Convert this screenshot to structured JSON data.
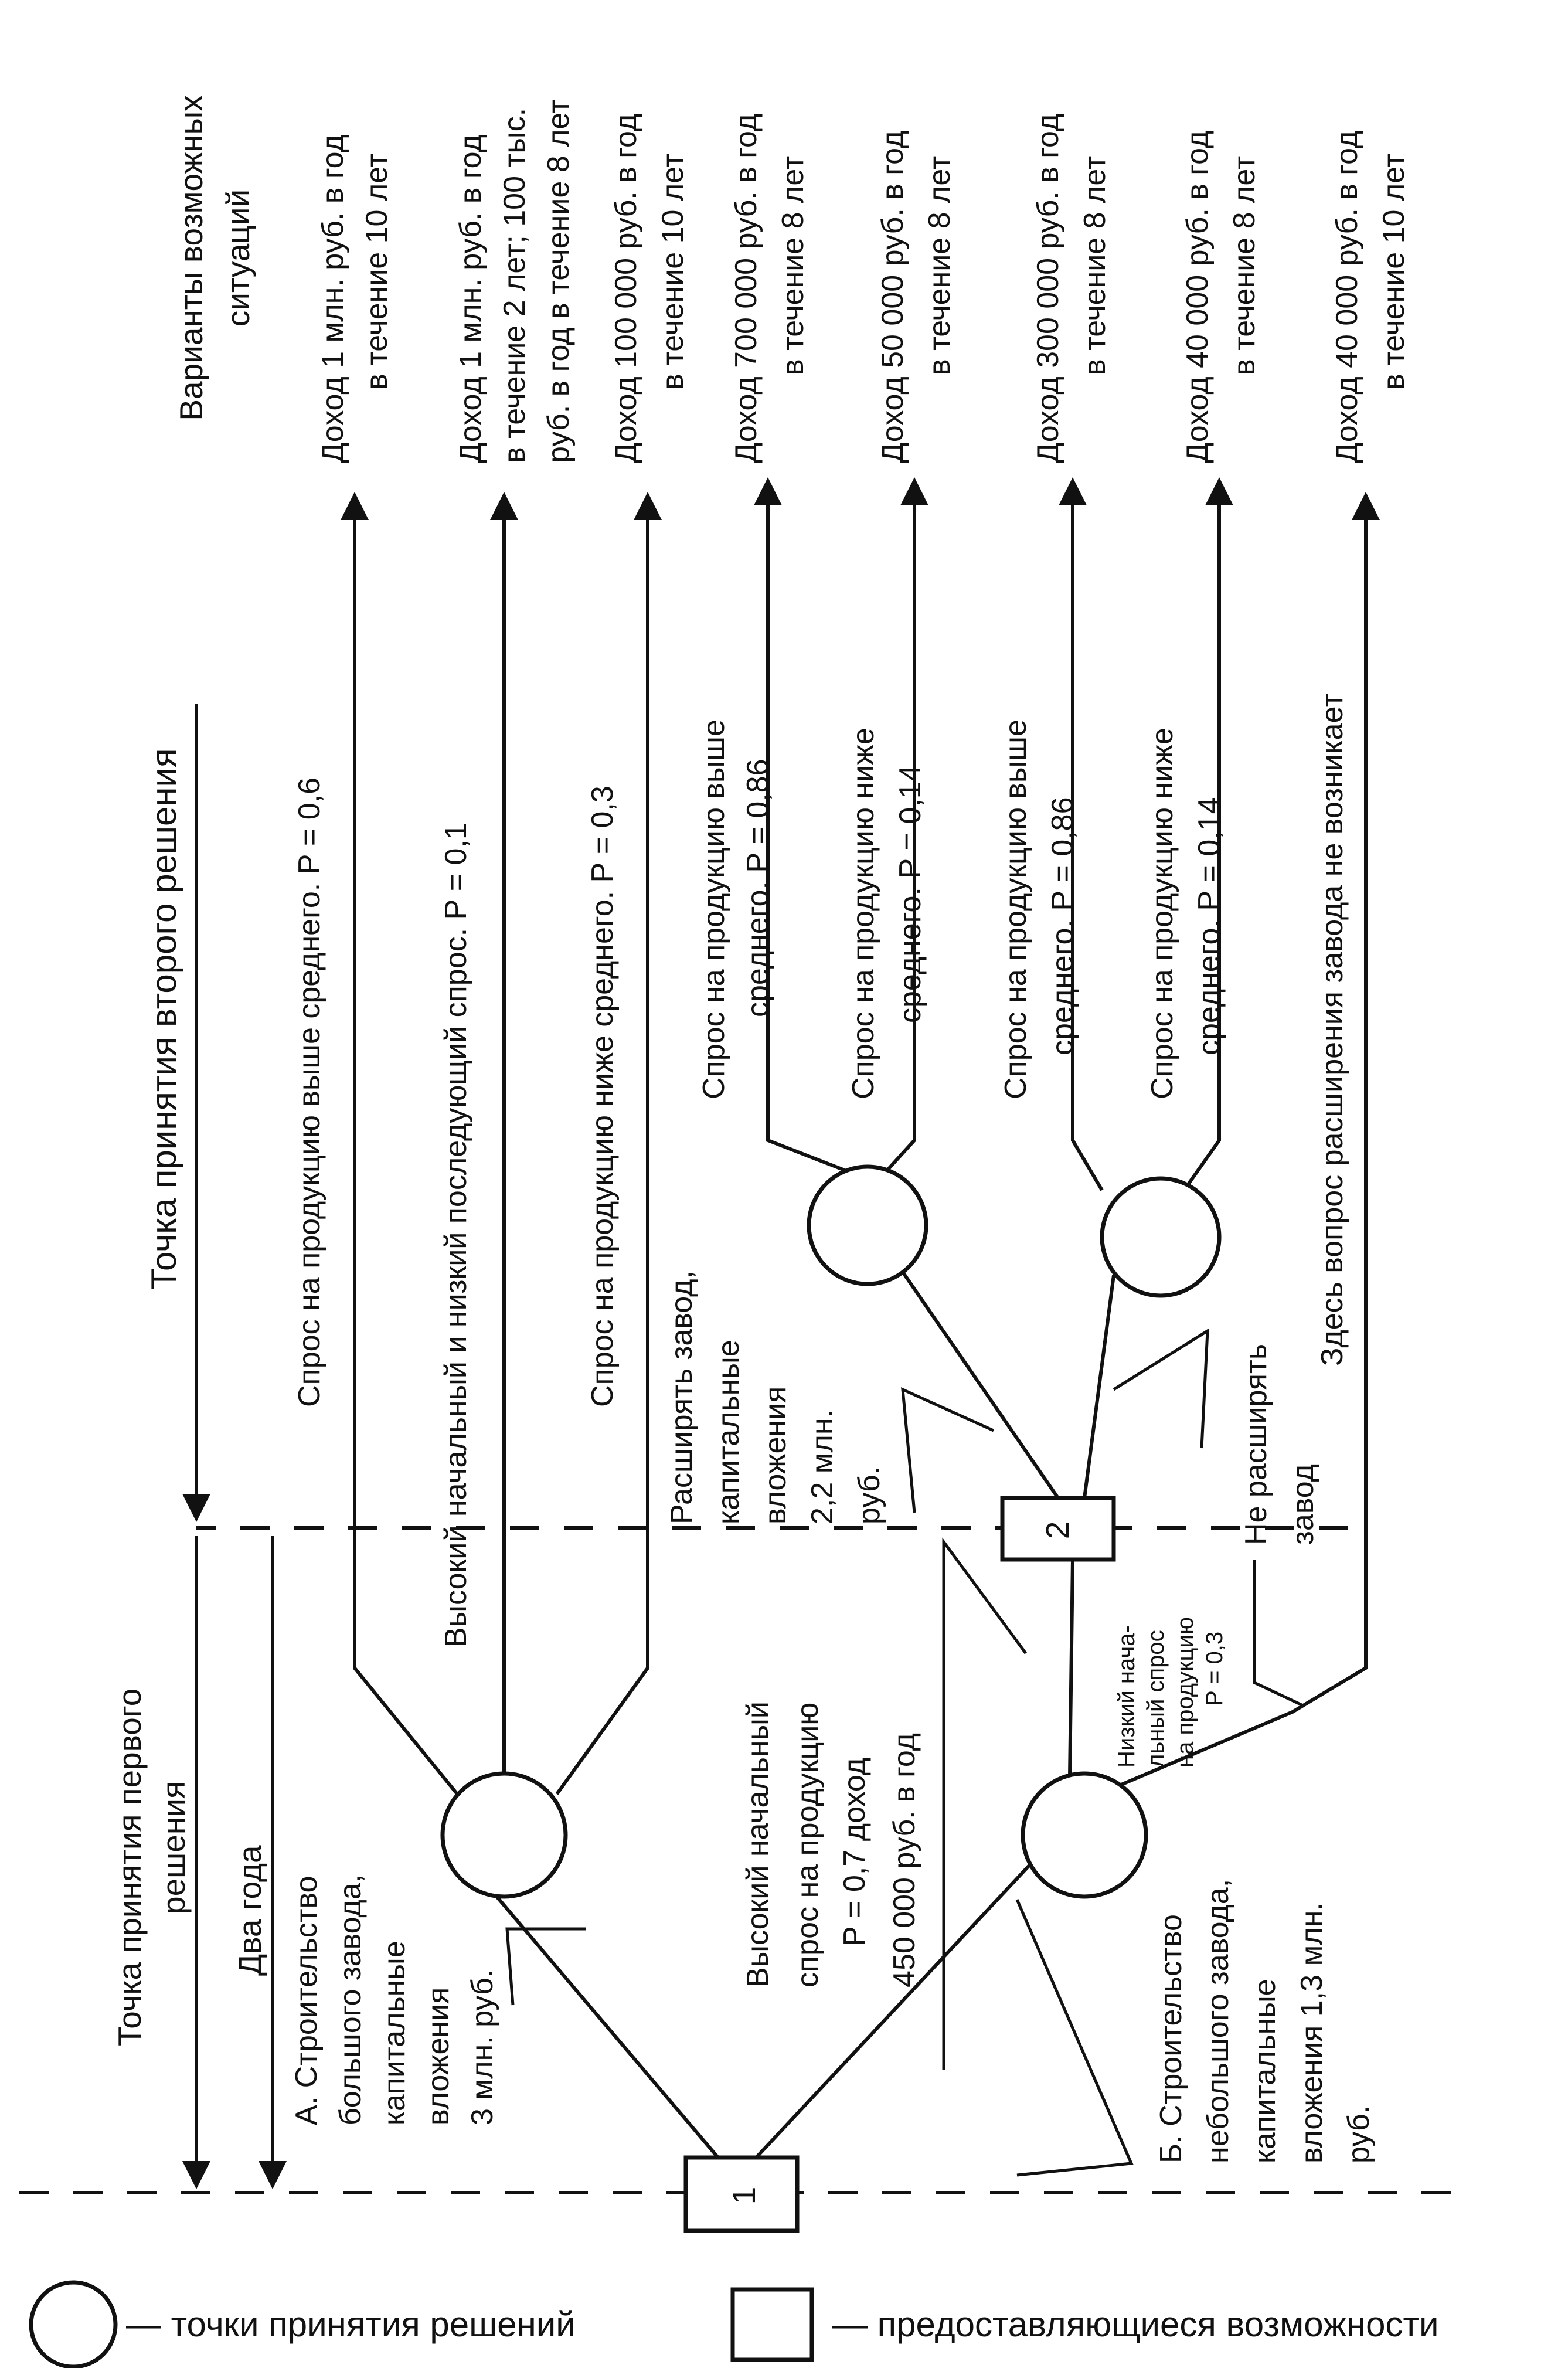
{
  "header": {
    "variants_title": [
      "Варианты возможных",
      "ситуаций"
    ],
    "second_decision_point": "Точка принятия второго решения",
    "first_decision_point": [
      "Точка принятия первого",
      "решения"
    ],
    "two_years": "Два года"
  },
  "options": {
    "large_plant": [
      "А. Строительство",
      "большого завода,",
      "капитальные",
      "вложения",
      "3 млн. руб."
    ],
    "small_plant": [
      "Б. Строительство",
      "небольшого завода,",
      "капитальные",
      "вложения 1,3 млн.",
      "руб."
    ],
    "expand": [
      "Расширять завод,",
      "капитальные",
      "вложения",
      "2,2 млн.",
      "руб."
    ],
    "not_expand": [
      "Не расширять",
      "завод"
    ]
  },
  "branches": {
    "a_high": "Спрос на продукцию выше среднего. P = 0,6",
    "a_mixed": "Высокий начальный и низкий последующий спрос. P = 0,1",
    "a_low": "Спрос на продукцию ниже среднего. P = 0,3",
    "high_initial": [
      "Высокий начальный",
      "спрос на продукцию",
      "P = 0,7 доход",
      "450 000 руб. в год"
    ],
    "low_initial": [
      "Низкий нача-",
      "льный спрос",
      "на продукцию",
      "P = 0,3"
    ],
    "exp_high": [
      "Спрос на продукцию выше",
      "среднего. P = 0,86"
    ],
    "exp_low": [
      "Спрос на продукцию ниже",
      "среднего. P = 0,14"
    ],
    "noexp_high": [
      "Спрос на продукцию выше",
      "среднего. P = 0,86"
    ],
    "noexp_low": [
      "Спрос на продукцию ниже",
      "среднего. P = 0,14"
    ],
    "no_expansion_issue": "Здесь вопрос расширения завода не возникает"
  },
  "outcomes": [
    [
      "Доход 1 млн. руб. в год",
      "в течение 10 лет"
    ],
    [
      "Доход 1 млн. руб. в год",
      "в течение 2 лет; 100 тыс.",
      "руб. в год в течение 8 лет"
    ],
    [
      "Доход 100 000 руб. в год",
      "в течение 10 лет"
    ],
    [
      "Доход 700 000 руб. в год",
      "в течение 8 лет"
    ],
    [
      "Доход 50 000 руб. в год",
      "в течение 8 лет"
    ],
    [
      "Доход 300 000 руб. в год",
      "в течение 8 лет"
    ],
    [
      "Доход 40 000 руб. в год",
      "в течение 8 лет"
    ],
    [
      "Доход 40 000 руб. в год",
      "в течение 10 лет"
    ]
  ],
  "nodes": {
    "box1": "1",
    "box2": "2"
  },
  "legend": {
    "circle": "— точки принятия решений",
    "square": "— предоставляющиеся возможности"
  }
}
